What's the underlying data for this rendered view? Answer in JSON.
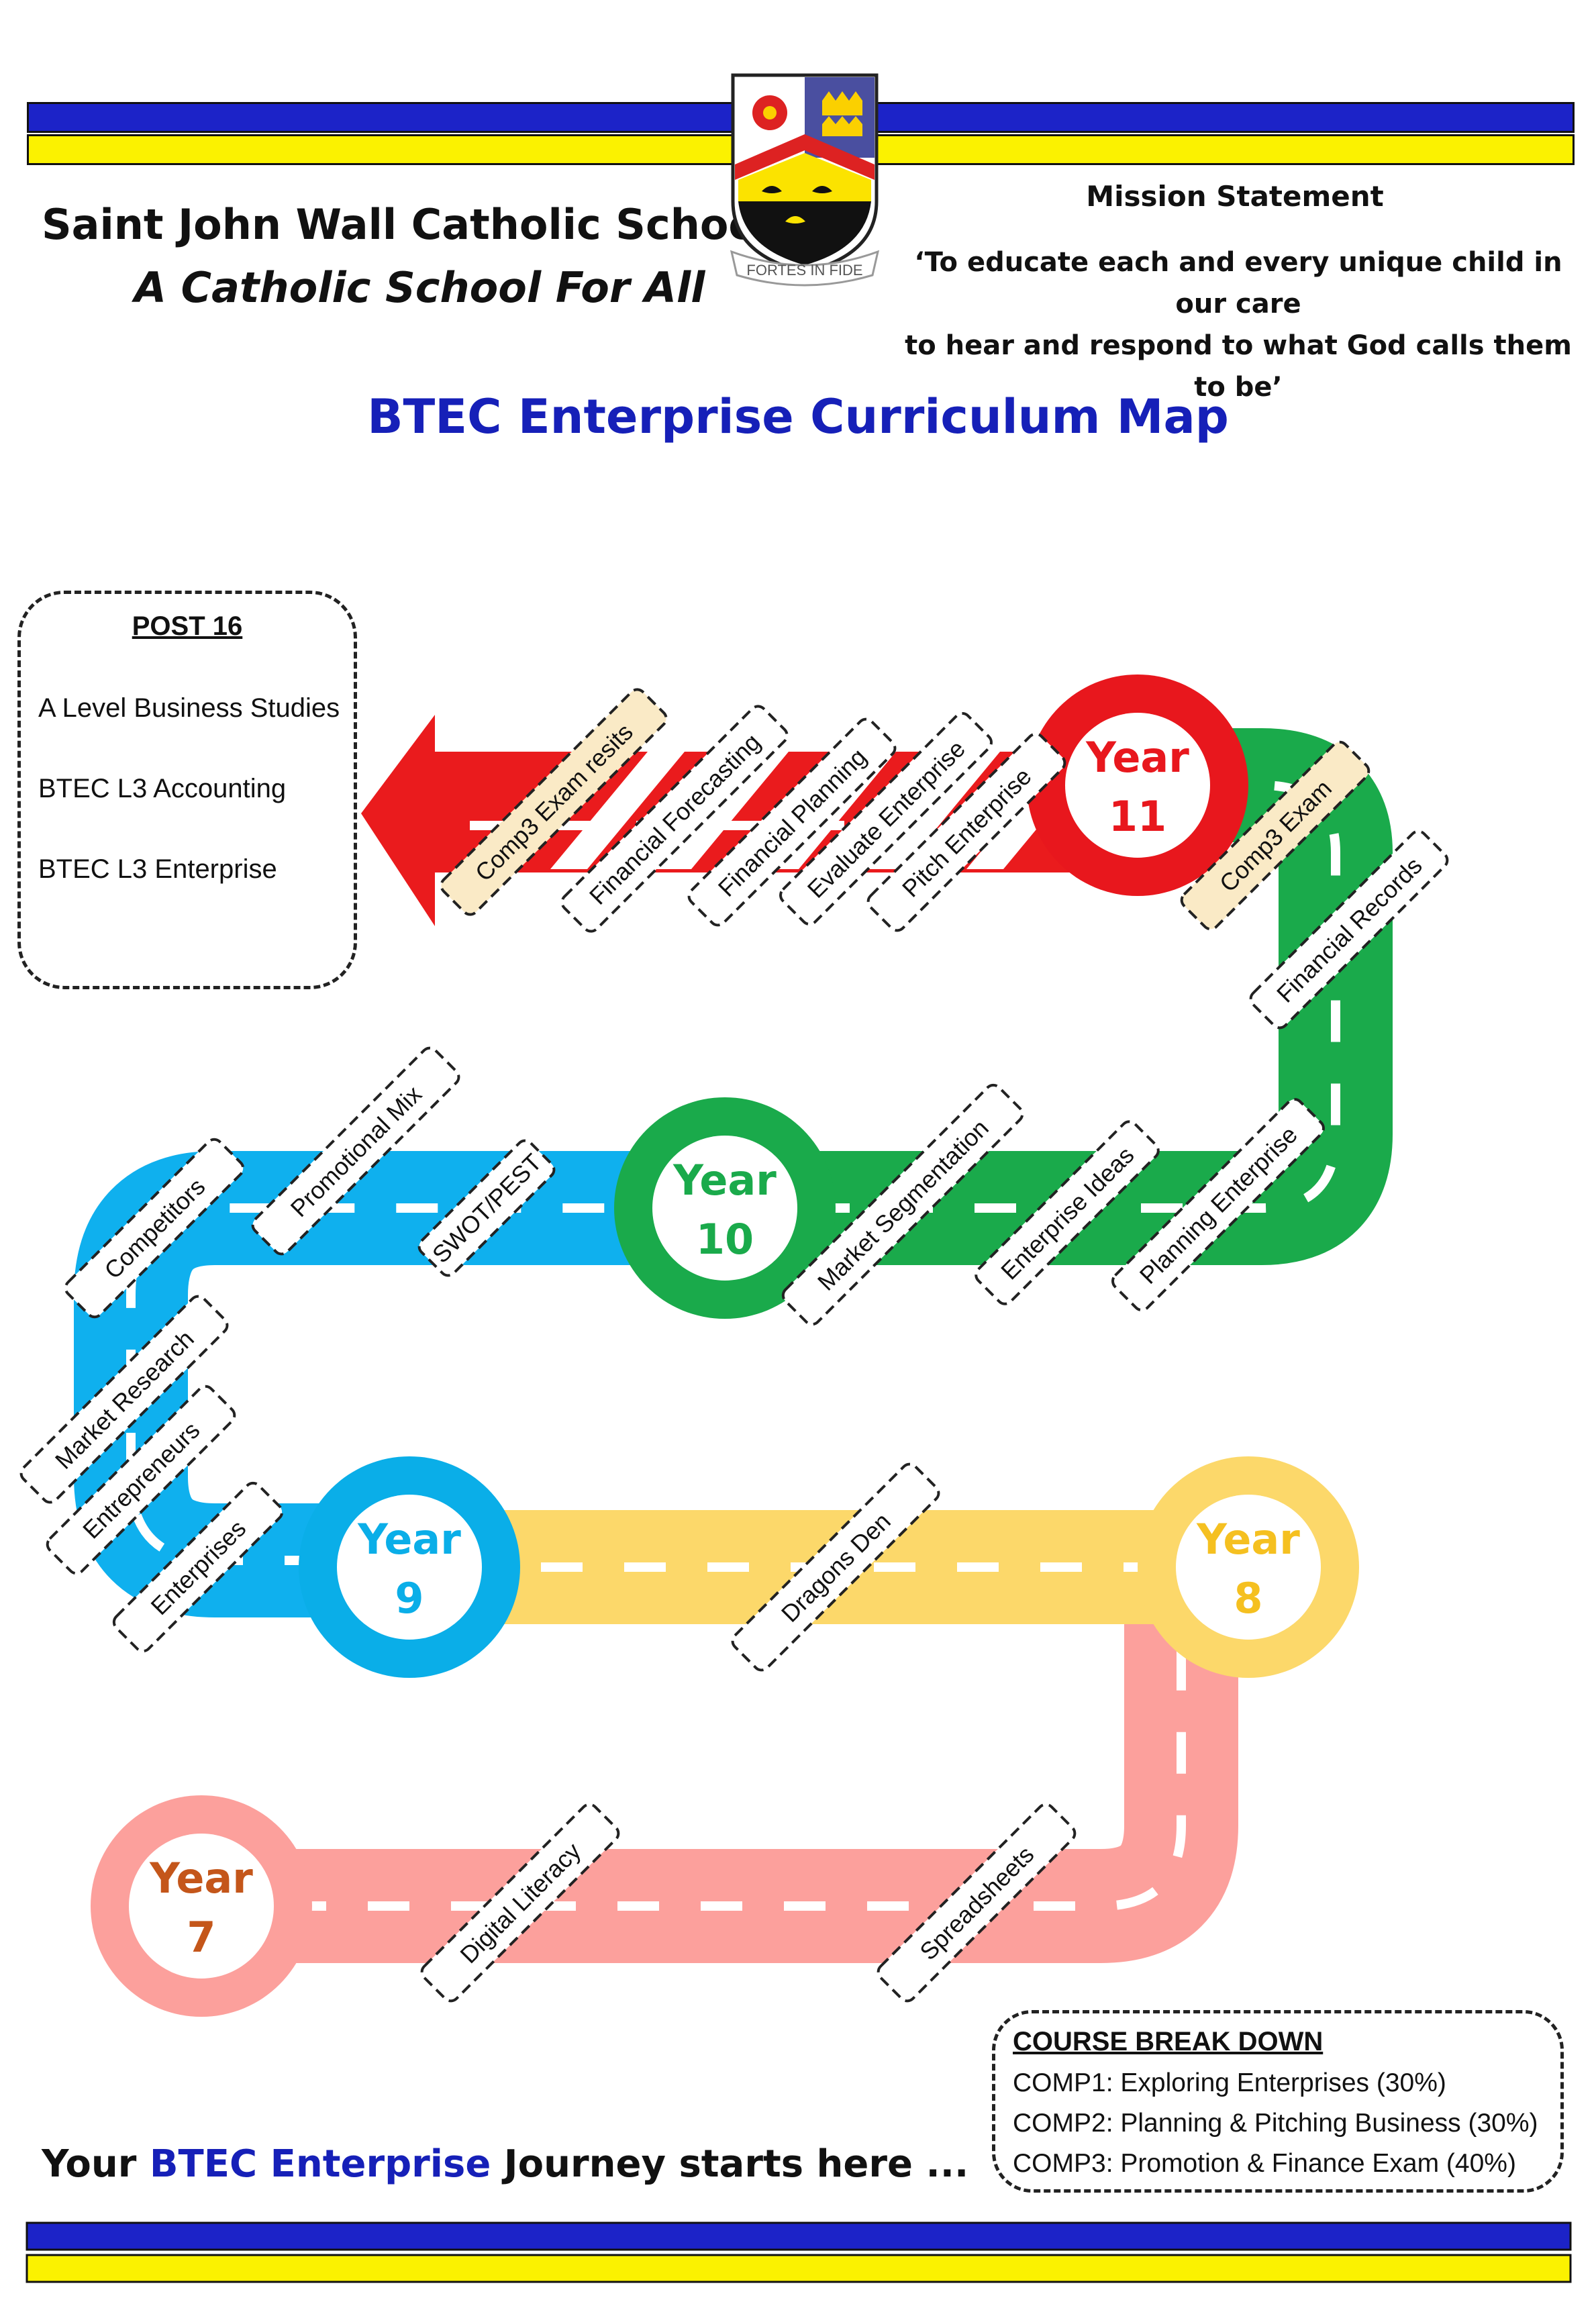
{
  "header": {
    "school_name": "Saint John Wall Catholic School",
    "motto": "A Catholic School For All",
    "crest_motto": "FORTES IN FIDE",
    "mission_heading": "Mission Statement",
    "mission_line1": "‘To educate each and every unique child in our care",
    "mission_line2": "to hear and respond to what God calls them to be’"
  },
  "title": "BTEC Enterprise Curriculum Map",
  "post16": {
    "heading": "POST 16",
    "items": [
      "A Level Business Studies",
      "BTEC L3 Accounting",
      "BTEC L3 Enterprise"
    ]
  },
  "years": [
    {
      "word": "Year",
      "num": "11",
      "color": "#e8171d"
    },
    {
      "word": "Year",
      "num": "10",
      "color": "#1aaa4b"
    },
    {
      "word": "Year",
      "num": "9",
      "color": "#0aaee8"
    },
    {
      "word": "Year",
      "num": "8",
      "color": "#f5c020"
    },
    {
      "word": "Year",
      "num": "7",
      "color": "#c4561a"
    }
  ],
  "topics": {
    "year11": [
      "Comp3 Exam resits",
      "Financial Forecasting",
      "Financial Planning",
      "Evaluate Enterprise",
      "Pitch Enterprise",
      "Comp3 Exam",
      "Financial Records"
    ],
    "year10": [
      "Planning Enterprise",
      "Enterprise Ideas",
      "Market Segmentation",
      "SWOT/PEST",
      "Promotional Mix",
      "Competitors",
      "Market Research"
    ],
    "year9": [
      "Entrepreneurs",
      "Enterprises"
    ],
    "year8": [
      "Dragons Den"
    ],
    "year7": [
      "Digital Literacy",
      "Spreadsheets"
    ]
  },
  "breakdown": {
    "heading": "COURSE BREAK DOWN",
    "items": [
      "COMP1: Exploring Enterprises (30%)",
      "COMP2: Planning & Pitching Business (30%)",
      "COMP3: Promotion & Finance Exam (40%)"
    ]
  },
  "journey": {
    "prefix": "Your ",
    "accent": "BTEC Enterprise",
    "suffix": " Journey starts here ..."
  },
  "colors": {
    "band_blue": "#1c23c8",
    "band_yellow": "#fbf200",
    "road_red": "#ea1b1d",
    "road_green": "#1aaa4b",
    "road_blue": "#0fb0ee",
    "road_yellow": "#fcd86a",
    "road_pink": "#fca09c",
    "exam_tag": "#faeac6"
  }
}
